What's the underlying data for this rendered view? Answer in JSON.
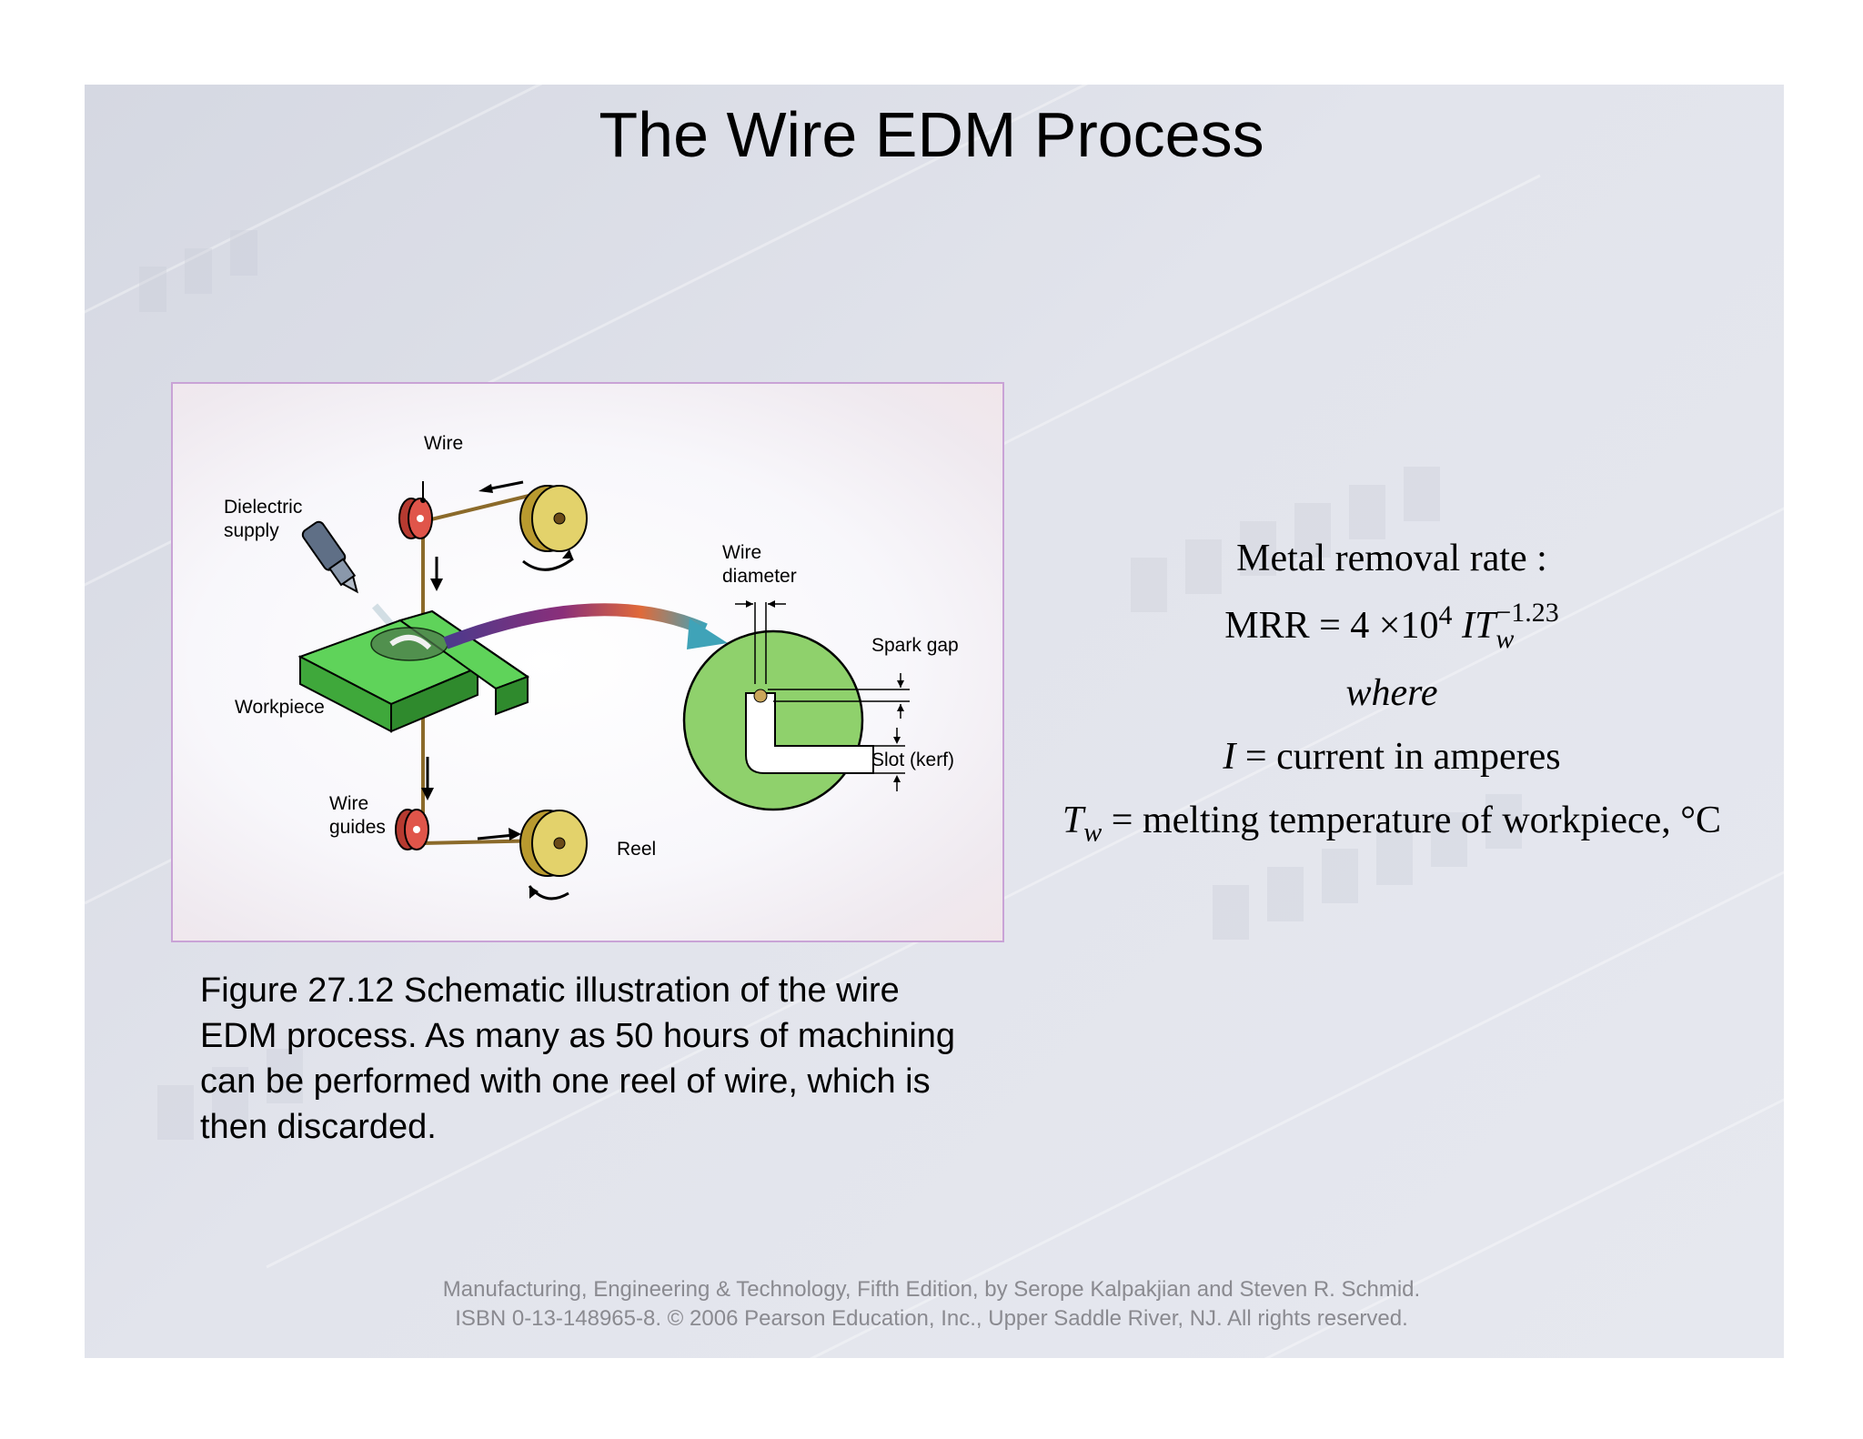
{
  "slide": {
    "title": "The Wire EDM Process"
  },
  "figure": {
    "labels": {
      "wire": "Wire",
      "dielectric_supply_line1": "Dielectric",
      "dielectric_supply_line2": "supply",
      "workpiece": "Workpiece",
      "wire_guides_line1": "Wire",
      "wire_guides_line2": "guides",
      "reel": "Reel",
      "wire_diameter_line1": "Wire",
      "wire_diameter_line2": "diameter",
      "spark_gap": "Spark gap",
      "slot_kerf": "Slot (kerf)"
    },
    "caption": "Figure 27.12  Schematic illustration of the wire EDM process.  As many as 50 hours of machining can be performed with one reel of wire, which is then discarded.",
    "colors": {
      "workpiece_green": "#5fd35a",
      "guide_red": "#e0554a",
      "reel_yellow": "#e3d26b",
      "wire_brown": "#b98b3a"
    }
  },
  "formula": {
    "heading": "Metal removal rate :",
    "mrr_lhs": "MRR = 4 ×10",
    "mrr_exp": "4",
    "mrr_var": "IT",
    "mrr_sub": "w",
    "mrr_sup": "−1.23",
    "where": "where",
    "i_var": "I",
    "i_def": " = current in amperes",
    "tw_var": "T",
    "tw_sub": "w",
    "tw_def": " = melting temperature of workpiece, °C"
  },
  "footer": {
    "line1": "Manufacturing, Engineering & Technology, Fifth Edition, by Serope Kalpakjian and Steven R. Schmid.",
    "line2": "ISBN 0-13-148965-8. © 2006 Pearson Education, Inc., Upper Saddle River, NJ.  All rights reserved."
  }
}
